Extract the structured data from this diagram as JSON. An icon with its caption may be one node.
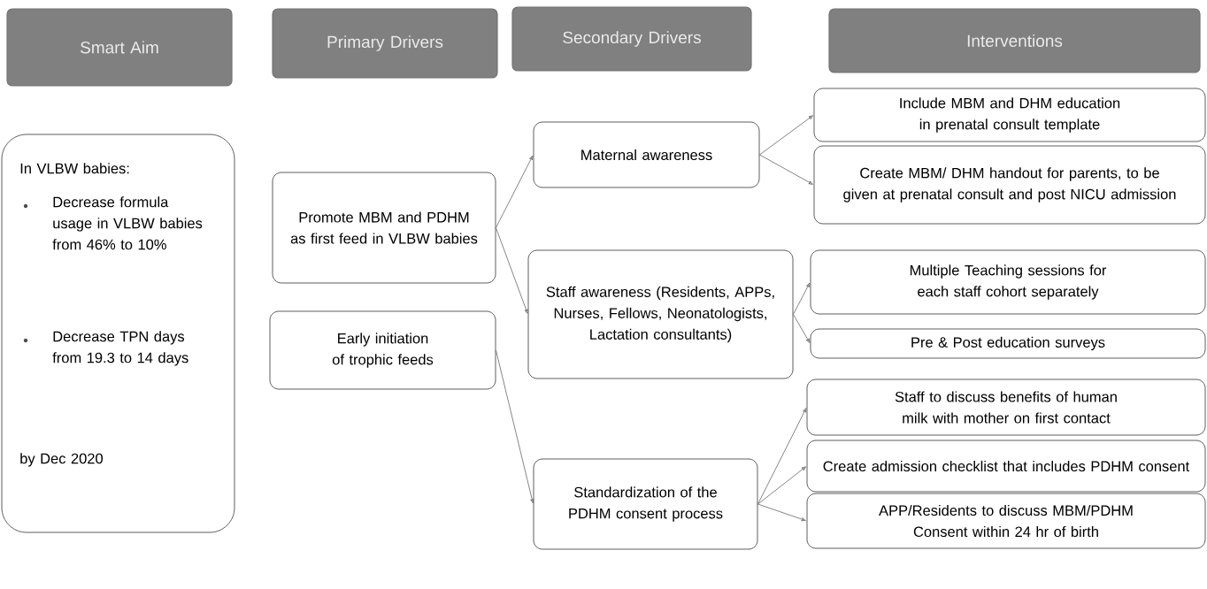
{
  "diagram": {
    "nodes": [
      {
        "text": [
          "Smart Aim"
        ]
      },
      {
        "text": [
          "Primary Drivers"
        ]
      },
      {
        "text": [
          "Secondary Drivers"
        ]
      },
      {
        "text": [
          "Interventions"
        ]
      },
      {
        "text": [
          "In VLBW babies:",
          "Decrease formula usage in VLBW babies from 46% to 10%",
          "Decrease TPN days from 19.3 to 14 days",
          "by Dec 2020"
        ]
      },
      {
        "text": [
          "Promote MBM and PDHM as first feed in VLBW babies"
        ]
      },
      {
        "text": [
          "Early initiation of trophic feeds"
        ]
      },
      {
        "text": [
          "Maternal awareness"
        ]
      },
      {
        "text": [
          "Staff awareness (Residents, APPs, Nurses, Fellows, Neonatologists, Lactation consultants)"
        ]
      },
      {
        "text": [
          "Standardization of the PDHM consent process"
        ]
      },
      {
        "text": [
          "Include MBM and DHM education in prenatal consult template"
        ]
      },
      {
        "text": [
          "Create MBM/ DHM handout for parents, to be given at prenatal consult and post NICU admission"
        ]
      },
      {
        "text": [
          "Multiple Teaching sessions for each staff cohort separately"
        ]
      },
      {
        "text": [
          "Pre & Post education surveys"
        ]
      },
      {
        "text": [
          "Staff to discuss benefits of human milk with mother on first contact"
        ]
      },
      {
        "text": [
          "Create admission checklist that includes PDHM consent"
        ]
      },
      {
        "text": [
          "APP/Residents to discuss MBM/PDHM Consent within 24 hr of birth"
        ]
      }
    ],
    "edges": [
      {
        "from": 5,
        "to": 7,
        "arrow": "to"
      },
      {
        "from": 5,
        "to": 8,
        "arrow": "to"
      },
      {
        "from": 6,
        "to": 9,
        "arrow": "to"
      },
      {
        "from": 7,
        "to": 10,
        "arrow": "to"
      },
      {
        "from": 7,
        "to": 11,
        "arrow": "to"
      },
      {
        "from": 8,
        "to": 12,
        "arrow": "to"
      },
      {
        "from": 8,
        "to": 13,
        "arrow": "to"
      },
      {
        "from": 9,
        "to": 14,
        "arrow": "to"
      },
      {
        "from": 9,
        "to": 15,
        "arrow": "to"
      },
      {
        "from": 9,
        "to": 16,
        "arrow": "to"
      }
    ]
  }
}
